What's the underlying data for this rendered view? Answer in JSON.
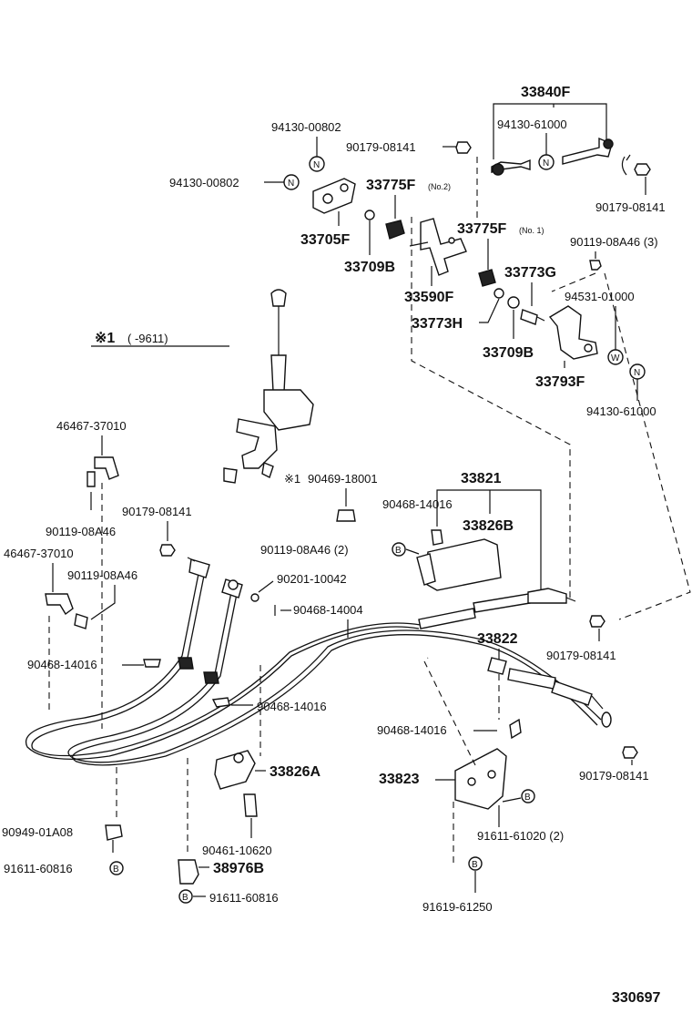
{
  "diagram_id": "330697",
  "top_group": {
    "label": "33840F",
    "sub": "94130-61000"
  },
  "callout": {
    "mark": "※1",
    "range": "(      -9611)"
  },
  "parts": {
    "p94130_00802_a": "94130-00802",
    "p94130_00802_b": "94130-00802",
    "p90179_08141_top": "90179-08141",
    "p90179_08141_right": "90179-08141",
    "p33775F_no2": "33775F",
    "p33775F_no2_note": "(No.2)",
    "p33775F_no1": "33775F",
    "p33775F_no1_note": "(No. 1)",
    "p33705F": "33705F",
    "p33709B_a": "33709B",
    "p90119_08A46_3": "90119-08A46 (3)",
    "p33590F": "33590F",
    "p33773G": "33773G",
    "p94531_01000": "94531-01000",
    "p33773H": "33773H",
    "p33709B_b": "33709B",
    "p33793F": "33793F",
    "p94130_61000": "94130-61000",
    "p46467_37010_a": "46467-37010",
    "p90469_18001": "90469-18001",
    "p90469_mark": "※1",
    "p33821": "33821",
    "p90468_14016_a": "90468-14016",
    "p33826B": "33826B",
    "p90179_08141_left": "90179-08141",
    "p90119_08A46_a": "90119-08A46",
    "p90119_08A46_2": "90119-08A46 (2)",
    "p46467_37010_b": "46467-37010",
    "p90119_08A46_b": "90119-08A46",
    "p90201_10042": "90201-10042",
    "p90468_14004": "90468-14004",
    "p33822": "33822",
    "p90179_08141_mid": "90179-08141",
    "p90468_14016_b": "90468-14016",
    "p90468_14016_c": "90468-14016",
    "p90468_14016_d": "90468-14016",
    "p33826A": "33826A",
    "p33823": "33823",
    "p90179_08141_low": "90179-08141",
    "p90461_10620": "90461-10620",
    "p90949_01A08": "90949-01A08",
    "p91611_61020_2": "91611-61020 (2)",
    "p91611_60816_a": "91611-60816",
    "p38976B": "38976B",
    "p91611_60816_b": "91611-60816",
    "p91619_61250": "91619-61250"
  },
  "symbols": {
    "nut": "N",
    "bolt": "B",
    "washer": "W"
  }
}
